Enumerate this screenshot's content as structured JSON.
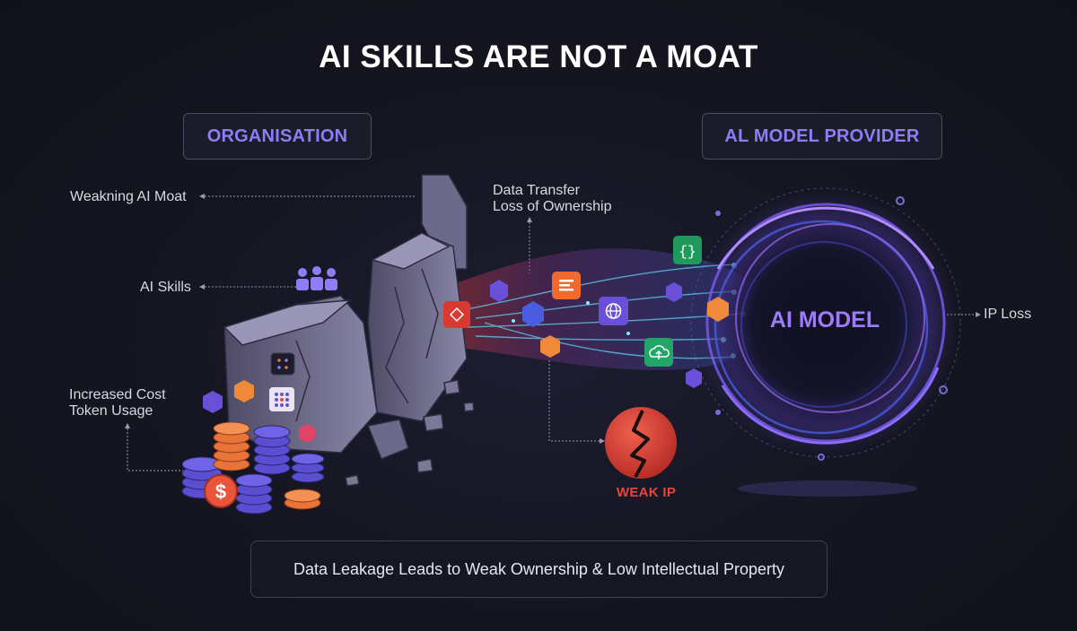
{
  "title": "AI SKILLS ARE NOT A MOAT",
  "left_header": "ORGANISATION",
  "right_header": "AL MODEL PROVIDER",
  "labels": {
    "weakning_moat": "Weakning AI Moat",
    "ai_skills": "AI Skills",
    "increased_cost_line1": "Increased Cost",
    "increased_cost_line2": "Token Usage",
    "data_transfer_line1": "Data Transfer",
    "data_transfer_line2": "Loss of Ownership",
    "ip_loss": "IP Loss"
  },
  "ai_model_label": "AI MODEL",
  "weak_ip_label": "WEAK IP",
  "footer_text": "Data Leakage Leads to Weak Ownership & Low Intellectual Property",
  "icons": [
    "wall-icon",
    "people-icon",
    "coins-icon",
    "dollar-coin-icon",
    "cube-icon",
    "document-icon",
    "globe-icon",
    "code-braces-icon",
    "cloud-upload-icon",
    "cracked-heart-icon",
    "vortex-icon"
  ],
  "colors": {
    "accent_purple": "#8f7cf6",
    "alert_red": "#e8453c",
    "background": "#14151f"
  }
}
